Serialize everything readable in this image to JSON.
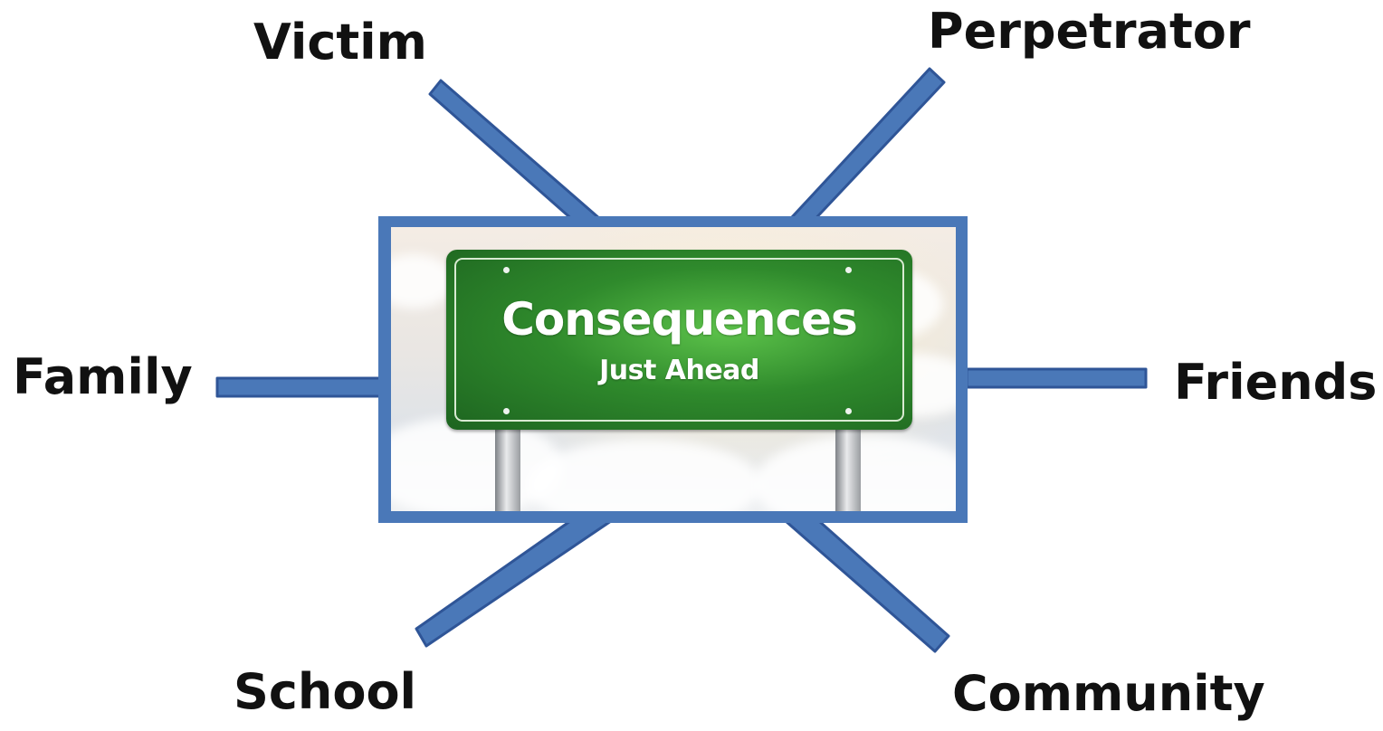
{
  "labels": {
    "victim": "Victim",
    "perpetrator": "Perpetrator",
    "family": "Family",
    "friends": "Friends",
    "school": "School",
    "community": "Community"
  },
  "sign": {
    "title": "Consequences",
    "subtitle": "Just Ahead"
  },
  "colors": {
    "spoke": "#4a78b8",
    "spoke_edge": "#2f5597",
    "sign_green": "#2f8a2c"
  }
}
